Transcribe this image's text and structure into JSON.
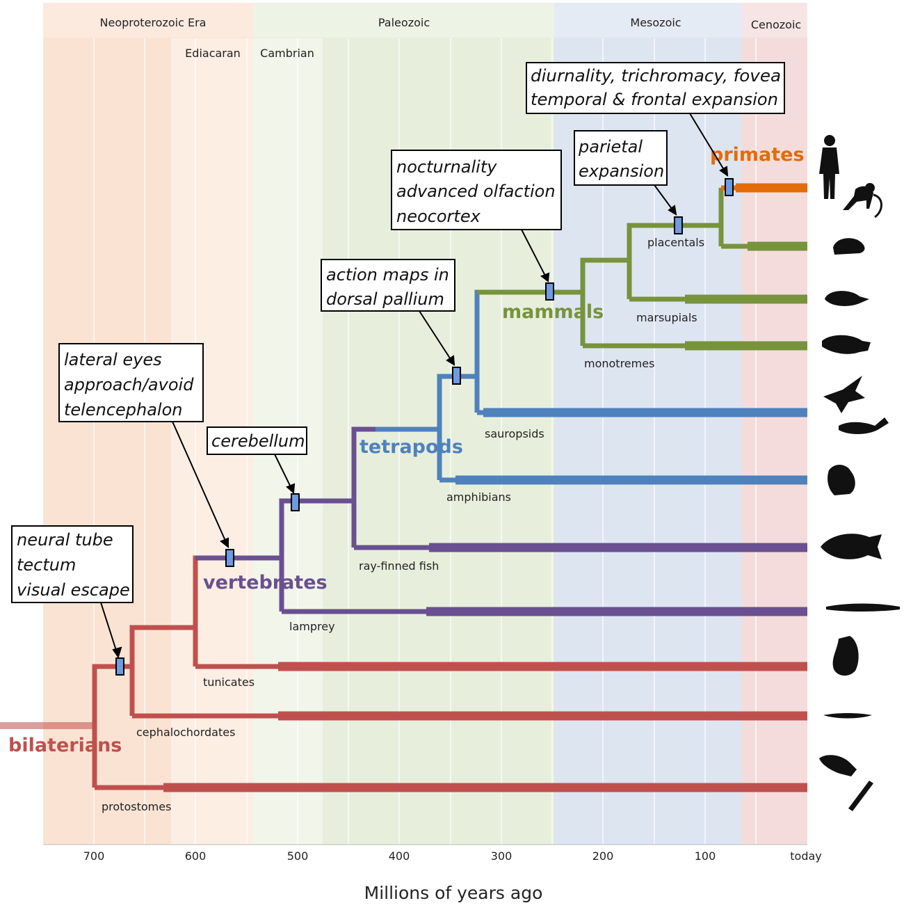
{
  "axis": {
    "title": "Millions of years ago",
    "ticks": [
      {
        "label": "700",
        "value": 700
      },
      {
        "label": "600",
        "value": 600
      },
      {
        "label": "500",
        "value": 500
      },
      {
        "label": "400",
        "value": 400
      },
      {
        "label": "300",
        "value": 300
      },
      {
        "label": "200",
        "value": 200
      },
      {
        "label": "100",
        "value": 100
      },
      {
        "label": "today",
        "value": 0
      }
    ]
  },
  "eras": [
    {
      "name": "Neoproterozoic Era",
      "start": 750,
      "end": 541,
      "color": "#fbe3d3"
    },
    {
      "name": "Paleozoic",
      "start": 541,
      "end": 252,
      "color": "#e6eedb"
    },
    {
      "name": "Mesozoic",
      "start": 252,
      "end": 66,
      "color": "#dde5f1"
    },
    {
      "name": "Cenozoic",
      "start": 66,
      "end": 0,
      "color": "#f5dcdc"
    }
  ],
  "periods": [
    {
      "name": "Ediacaran",
      "start": 635,
      "end": 541
    },
    {
      "name": "Cambrian",
      "start": 541,
      "end": 485
    }
  ],
  "clades": [
    {
      "name": "bilaterians",
      "color": "#c0504d"
    },
    {
      "name": "vertebrates",
      "color": "#6a4f91"
    },
    {
      "name": "tetrapods",
      "color": "#4f81bd"
    },
    {
      "name": "mammals",
      "color": "#77933c"
    },
    {
      "name": "primates",
      "color": "#e36c09"
    }
  ],
  "leaves": [
    {
      "name": "protostomes",
      "clade": "bilaterians",
      "icon": "insect-silhouette-icon"
    },
    {
      "name": "cephalochordates",
      "clade": "bilaterians",
      "icon": "lancelet-silhouette-icon"
    },
    {
      "name": "tunicates",
      "clade": "bilaterians",
      "icon": "tunicate-silhouette-icon"
    },
    {
      "name": "lamprey",
      "clade": "vertebrates",
      "icon": "lamprey-silhouette-icon"
    },
    {
      "name": "ray-finned fish",
      "clade": "vertebrates",
      "icon": "fish-silhouette-icon"
    },
    {
      "name": "amphibians",
      "clade": "tetrapods",
      "icon": "frog-silhouette-icon"
    },
    {
      "name": "sauropsids",
      "clade": "tetrapods",
      "icon": "bird-lizard-silhouette-icon"
    },
    {
      "name": "monotremes",
      "clade": "mammals",
      "icon": "platypus-silhouette-icon"
    },
    {
      "name": "marsupials",
      "clade": "mammals",
      "icon": "opossum-silhouette-icon"
    },
    {
      "name": "placentals",
      "clade": "mammals",
      "icon": "rodent-silhouette-icon"
    },
    {
      "name": "primates",
      "clade": "primates",
      "icon": "human-monkey-silhouette-icon"
    }
  ],
  "callouts": [
    {
      "lines": [
        "neural tube",
        "tectum",
        "visual escape"
      ]
    },
    {
      "lines": [
        "lateral eyes",
        "approach/avoid",
        "telencephalon"
      ]
    },
    {
      "lines": [
        "cerebellum"
      ]
    },
    {
      "lines": [
        "action maps in",
        "dorsal pallium"
      ]
    },
    {
      "lines": [
        "nocturnality",
        "advanced olfaction",
        "neocortex"
      ]
    },
    {
      "lines": [
        "parietal",
        "expansion"
      ]
    },
    {
      "lines": [
        "diurnality, trichromacy, fovea",
        "temporal & frontal expansion"
      ]
    }
  ]
}
